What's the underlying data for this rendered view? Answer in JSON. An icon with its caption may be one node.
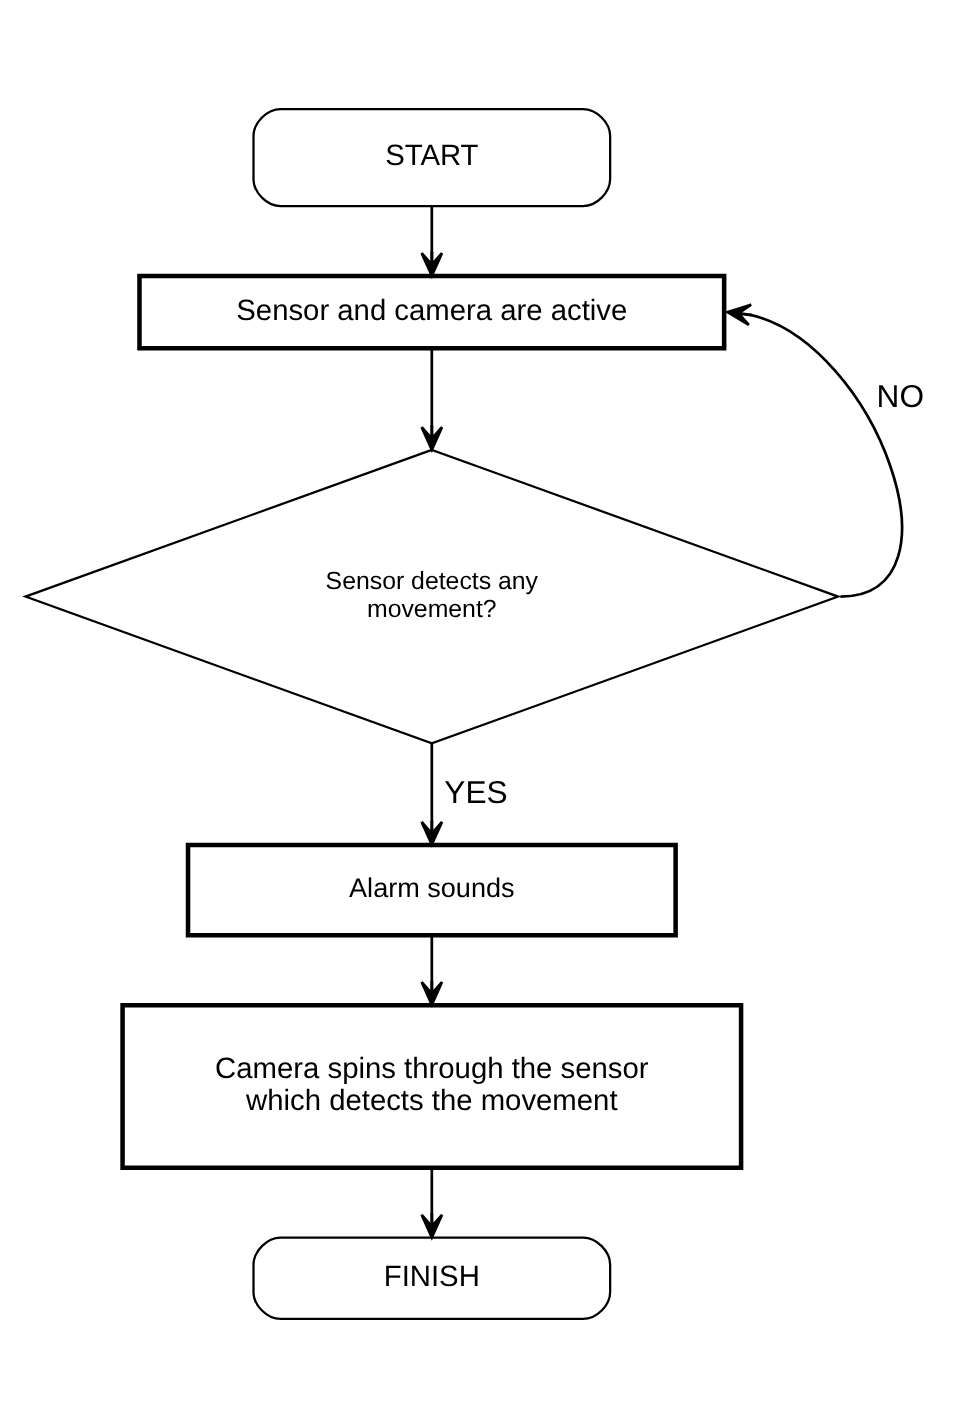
{
  "diagram": {
    "nodes": [
      {
        "text": [
          "START"
        ]
      },
      {
        "text": [
          "Sensor and camera are active"
        ]
      },
      {
        "text": [
          "Sensor detects any movement?"
        ]
      },
      {
        "text": [
          "Alarm sounds"
        ]
      },
      {
        "text": [
          "Camera spins through the sensor which detects the movement"
        ]
      },
      {
        "text": [
          "FINISH"
        ]
      }
    ],
    "edges": [
      {
        "from": 0,
        "to": 1,
        "arrow": "to"
      },
      {
        "from": 1,
        "to": 2,
        "arrow": "to"
      },
      {
        "from": 2,
        "to": 1,
        "arrow": "to",
        "label": "NO"
      },
      {
        "from": 2,
        "to": 3,
        "arrow": "to",
        "label": "YES"
      },
      {
        "from": 3,
        "to": 4,
        "arrow": "to"
      },
      {
        "from": 4,
        "to": 5,
        "arrow": "to"
      }
    ]
  }
}
